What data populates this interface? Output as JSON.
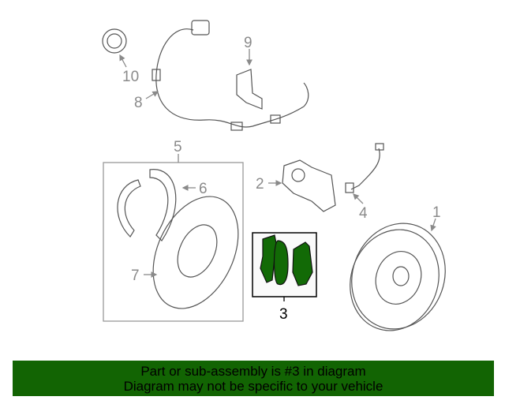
{
  "callouts": {
    "c1": "1",
    "c2": "2",
    "c3": "3",
    "c4": "4",
    "c5": "5",
    "c6": "6",
    "c7": "7",
    "c8": "8",
    "c9": "9",
    "c10": "10"
  },
  "selected_part": "3",
  "banner": {
    "line1": "Part or sub-assembly is #3 in diagram",
    "line2": "Diagram may not be specific to your vehicle"
  },
  "colors": {
    "banner_bg": "#126403",
    "highlight": "#126a06",
    "label_gray": "#8a8a8a"
  }
}
